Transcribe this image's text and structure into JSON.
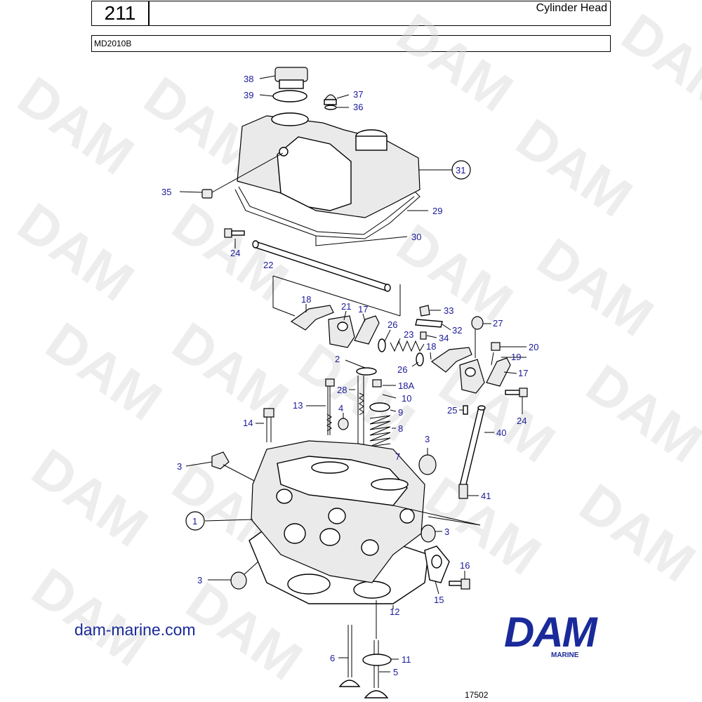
{
  "header": {
    "page_number": "211",
    "title": "Cylinder Head",
    "model": "MD2010B"
  },
  "watermark": "DAM",
  "footer": {
    "website": "dam-marine.com",
    "brand_name": "DAM",
    "brand_sub": "MARINE",
    "figure_number": "17502"
  },
  "colors": {
    "label": "#1a1a9a",
    "brand": "#1a2a9a",
    "watermark": "#d9d9d9"
  },
  "callouts": {
    "c1": "1",
    "c2": "2",
    "c3a": "3",
    "c3b": "3",
    "c3c": "3",
    "c3d": "3",
    "c4": "4",
    "c5": "5",
    "c6": "6",
    "c7": "7",
    "c8": "8",
    "c9": "9",
    "c10": "10",
    "c11": "11",
    "c12": "12",
    "c13": "13",
    "c14": "14",
    "c15": "15",
    "c16": "16",
    "c17a": "17",
    "c17b": "17",
    "c18a": "18",
    "c18b": "18",
    "c18A": "18A",
    "c19": "19",
    "c20": "20",
    "c21": "21",
    "c22": "22",
    "c23": "23",
    "c24a": "24",
    "c24b": "24",
    "c25": "25",
    "c26a": "26",
    "c26b": "26",
    "c27": "27",
    "c28": "28",
    "c29": "29",
    "c30": "30",
    "c31": "31",
    "c32": "32",
    "c33": "33",
    "c34": "34",
    "c35": "35",
    "c36": "36",
    "c37": "37",
    "c38": "38",
    "c39": "39",
    "c40": "40",
    "c41": "41"
  }
}
